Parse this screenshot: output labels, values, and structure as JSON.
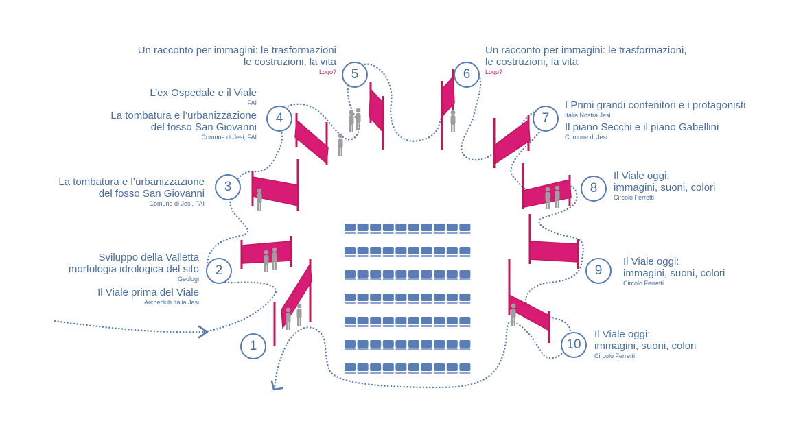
{
  "colors": {
    "panel": "#c2185b",
    "panel_light": "#d81b74",
    "chair": "#5a7db5",
    "path": "#5a7db5",
    "text": "#4a6fa5",
    "logo": "#d1166f",
    "person": "#9e9e9e"
  },
  "stations": [
    {
      "number": "1",
      "blocks": []
    },
    {
      "number": "2",
      "blocks": [
        {
          "title": [
            "Sviluppo della Valletta",
            "morfologia idrologica del sito"
          ],
          "sub": "Geologi"
        },
        {
          "title": [
            "Il Viale prima del Viale"
          ],
          "sub": "Archeclub Italia Jesi"
        }
      ]
    },
    {
      "number": "3",
      "blocks": [
        {
          "title": [
            "La tombatura e l’urbanizzazione",
            "del fosso San Giovanni"
          ],
          "sub": "Comune di Jesi, FAI"
        }
      ]
    },
    {
      "number": "4",
      "blocks": [
        {
          "title": [
            "L’ex Ospedale e il Viale"
          ],
          "sub": "FAI"
        },
        {
          "title": [
            "La tombatura e l’urbanizzazione",
            "del fosso San Giovanni"
          ],
          "sub": "Comune di Jesi, FAI"
        }
      ]
    },
    {
      "number": "5",
      "blocks": [
        {
          "title": [
            "Un racconto per immagini: le trasformazioni",
            "le costruzioni, la vita"
          ],
          "logo": "Logo?"
        }
      ]
    },
    {
      "number": "6",
      "blocks": [
        {
          "title": [
            "Un racconto per immagini: le trasformazioni,",
            "le costruzioni, la vita"
          ],
          "logo": "Logo?"
        }
      ]
    },
    {
      "number": "7",
      "blocks": [
        {
          "title": [
            "I Primi grandi contenitori e i protagonisti"
          ],
          "sub": "Italia Nostra Jesi"
        },
        {
          "title": [
            "Il piano Secchi e il piano Gabellini"
          ],
          "sub": "Comune di Jesi"
        }
      ]
    },
    {
      "number": "8",
      "blocks": [
        {
          "title": [
            "Il Viale oggi:",
            "immagini, suoni, colori"
          ],
          "sub": "Circolo Ferretti"
        }
      ]
    },
    {
      "number": "9",
      "blocks": [
        {
          "title": [
            "Il Viale oggi:",
            "immagini, suoni, colori"
          ],
          "sub": "Circolo Ferretti"
        }
      ]
    },
    {
      "number": "10",
      "blocks": [
        {
          "title": [
            "Il Viale oggi:",
            "immagini, suoni, colori"
          ],
          "sub": "Circolo Ferretti"
        }
      ]
    }
  ],
  "seating": {
    "rows": 7,
    "chairs_per_row": 10
  }
}
